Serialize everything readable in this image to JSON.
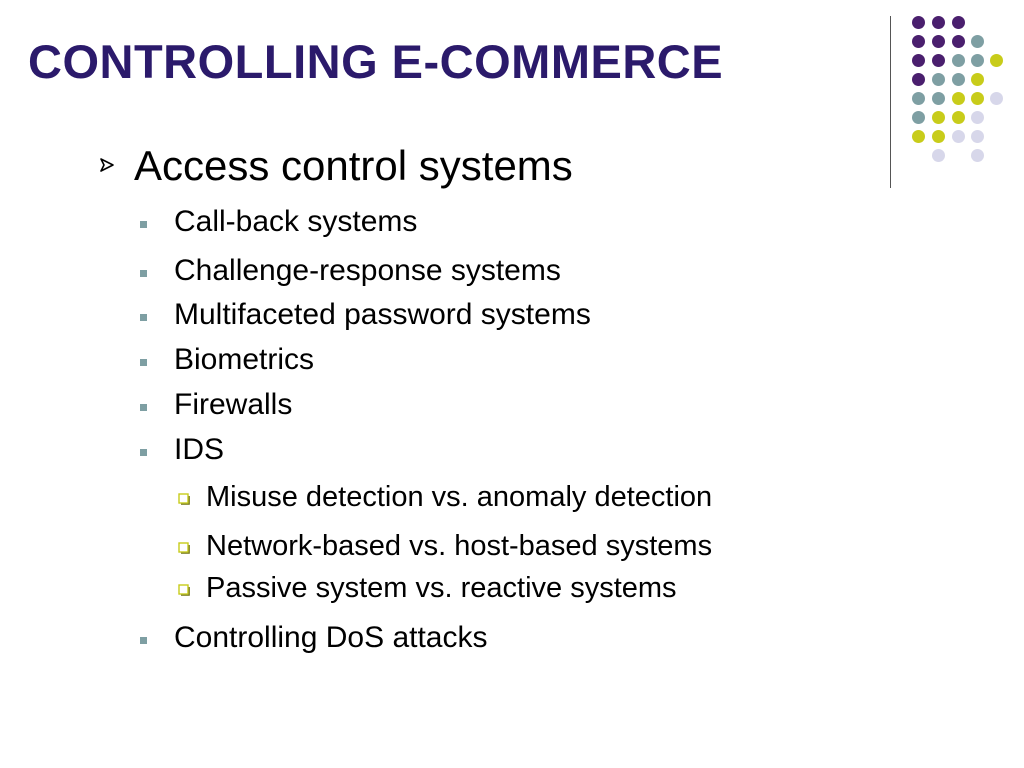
{
  "slide": {
    "title": "CONTROLLING E-COMMERCE",
    "colors": {
      "title": "#2b1a6b",
      "purple": "#4a1f6e",
      "teal": "#7e9fa3",
      "yellow": "#c8cc1a",
      "lavender": "#d7d7ea",
      "bullet_square": "#7e9fa3",
      "bullet_box": "#c8cc1a"
    },
    "level1": {
      "text": "Access control systems",
      "icon": "arrow-bullet-icon"
    },
    "level2": [
      {
        "text": "Call-back systems"
      },
      {
        "text": "Challenge-response systems"
      },
      {
        "text": "Multifaceted password systems"
      },
      {
        "text": "Biometrics"
      },
      {
        "text": "Firewalls"
      },
      {
        "text": "IDS"
      }
    ],
    "level3": [
      {
        "text": "Misuse detection vs. anomaly detection"
      },
      {
        "text": "Network-based vs. host-based systems"
      },
      {
        "text": "Passive system vs. reactive systems"
      }
    ],
    "last_item": {
      "text": "Controlling DoS attacks"
    }
  }
}
